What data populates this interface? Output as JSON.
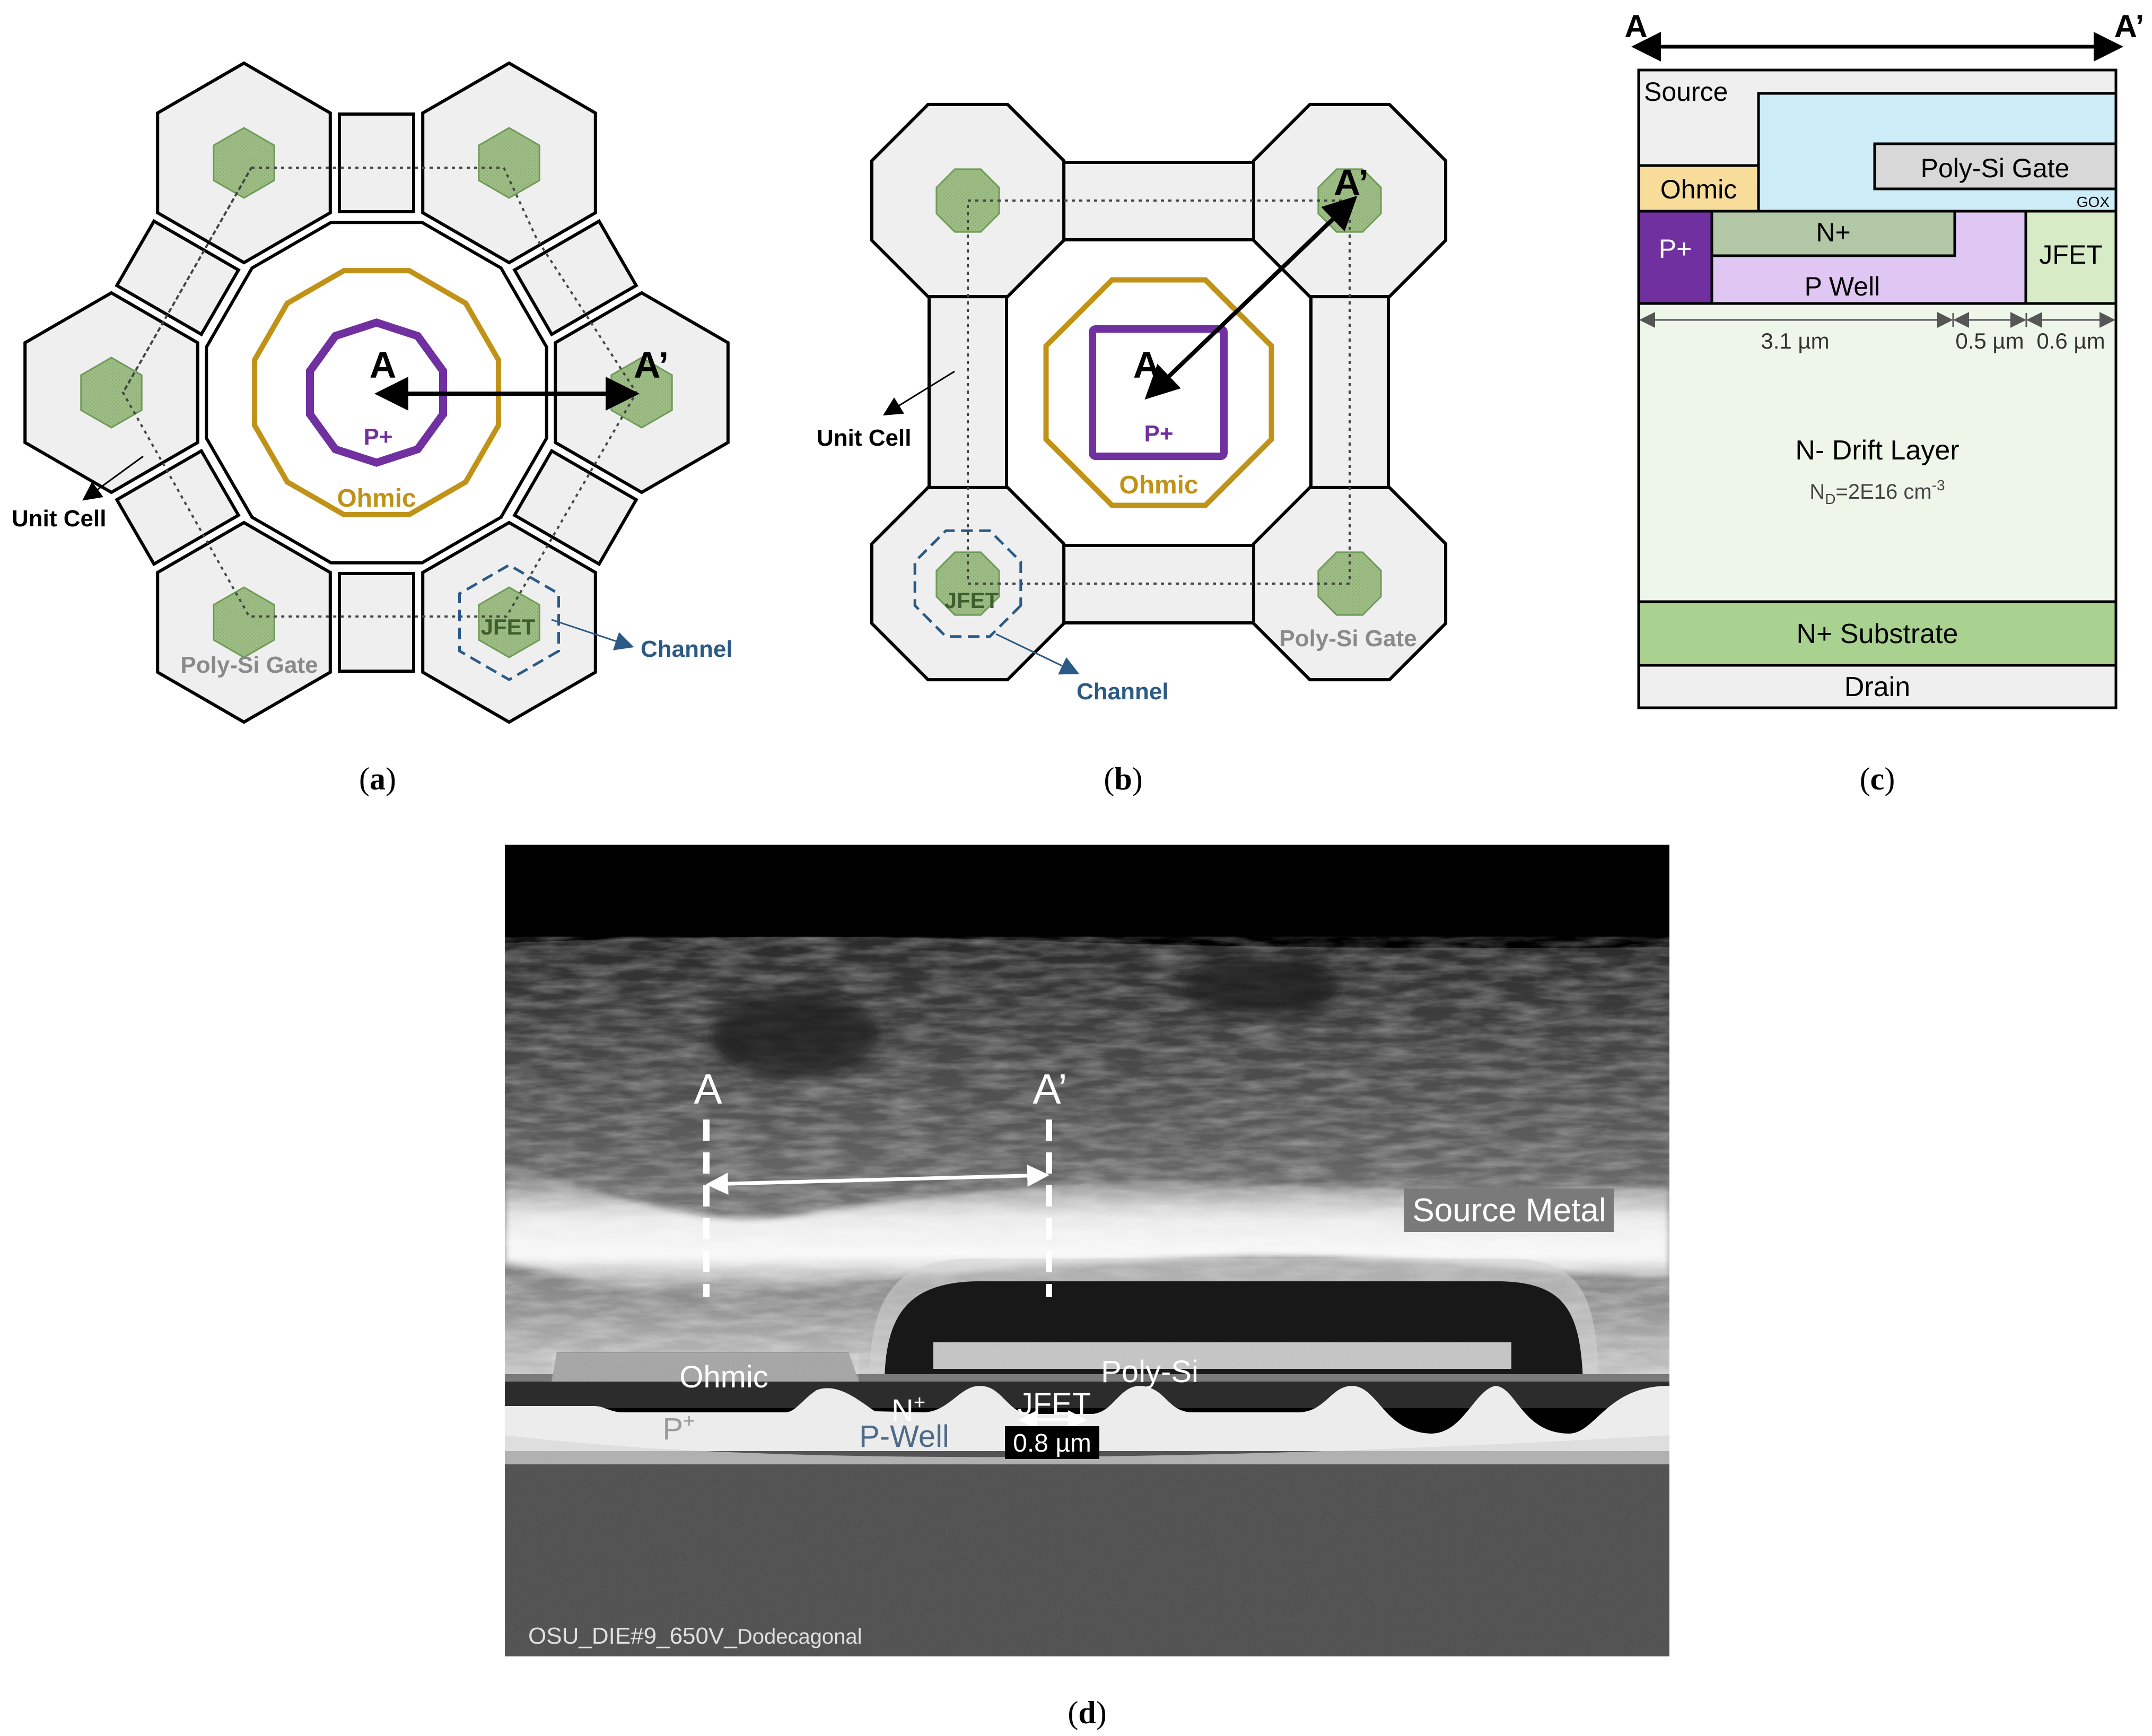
{
  "panel_a": {
    "label_A": "A",
    "label_Ap": "A’",
    "p_plus": "P+",
    "ohmic": "Ohmic",
    "unit_cell": "Unit Cell",
    "poly_gate": "Poly-Si Gate",
    "jfet": "JFET",
    "channel": "Channel",
    "caption_letter": "a"
  },
  "panel_b": {
    "label_A": "A",
    "label_Ap": "A’",
    "p_plus": "P+",
    "ohmic": "Ohmic",
    "unit_cell": "Unit Cell",
    "poly_gate": "Poly-Si Gate",
    "jfet": "JFET",
    "channel": "Channel",
    "caption_letter": "b"
  },
  "panel_c": {
    "label_A": "A",
    "label_Ap": "A’",
    "source": "Source",
    "ohmic": "Ohmic",
    "poly_gate": "Poly-Si Gate",
    "gox": "GOX",
    "n_plus": "N+",
    "p_plus": "P+",
    "p_well": "P Well",
    "jfet": "JFET",
    "dim1": "3.1 µm",
    "dim2": "0.5 µm",
    "dim3": "0.6 µm",
    "drift": "N- Drift Layer",
    "doping_prefix": "N",
    "doping_sub": "D",
    "doping_mid": "=2E16 cm",
    "doping_sup": "-3",
    "substrate": "N+ Substrate",
    "drain": "Drain",
    "caption_letter": "c"
  },
  "panel_d": {
    "label_A": "A",
    "label_Ap": "A’",
    "source_metal": "Source Metal",
    "ohmic": "Ohmic",
    "n_base": "N",
    "n_sup": "+",
    "poly_si": "Poly-Si",
    "jfet": "JFET",
    "p_base": "P",
    "p_sup": "+",
    "p_well": "P-Well",
    "width": "0.8 µm",
    "image_id": "OSU_DIE#9_650V_",
    "image_id_small": "Dodecagonal",
    "caption_letter": "d"
  },
  "colors": {
    "cell_fill": "#efefef",
    "gate_green": "#9dbd85",
    "gate_green_stroke": "#6f9a58",
    "ohmic": "#c09318",
    "p_plus": "#7130a0",
    "channel": "#2c5a86",
    "c_source": "#efefef",
    "c_oxide": "#ccecf8",
    "c_poly": "#d8d8d8",
    "c_ohmic": "#f8dc9a",
    "c_nplus": "#b2c7a6",
    "c_pwell": "#e0c6f2",
    "c_jfet": "#d6ebc6",
    "c_drift": "#eef6ea",
    "c_substrate": "#a9d18f",
    "c_drain": "#efefef"
  }
}
